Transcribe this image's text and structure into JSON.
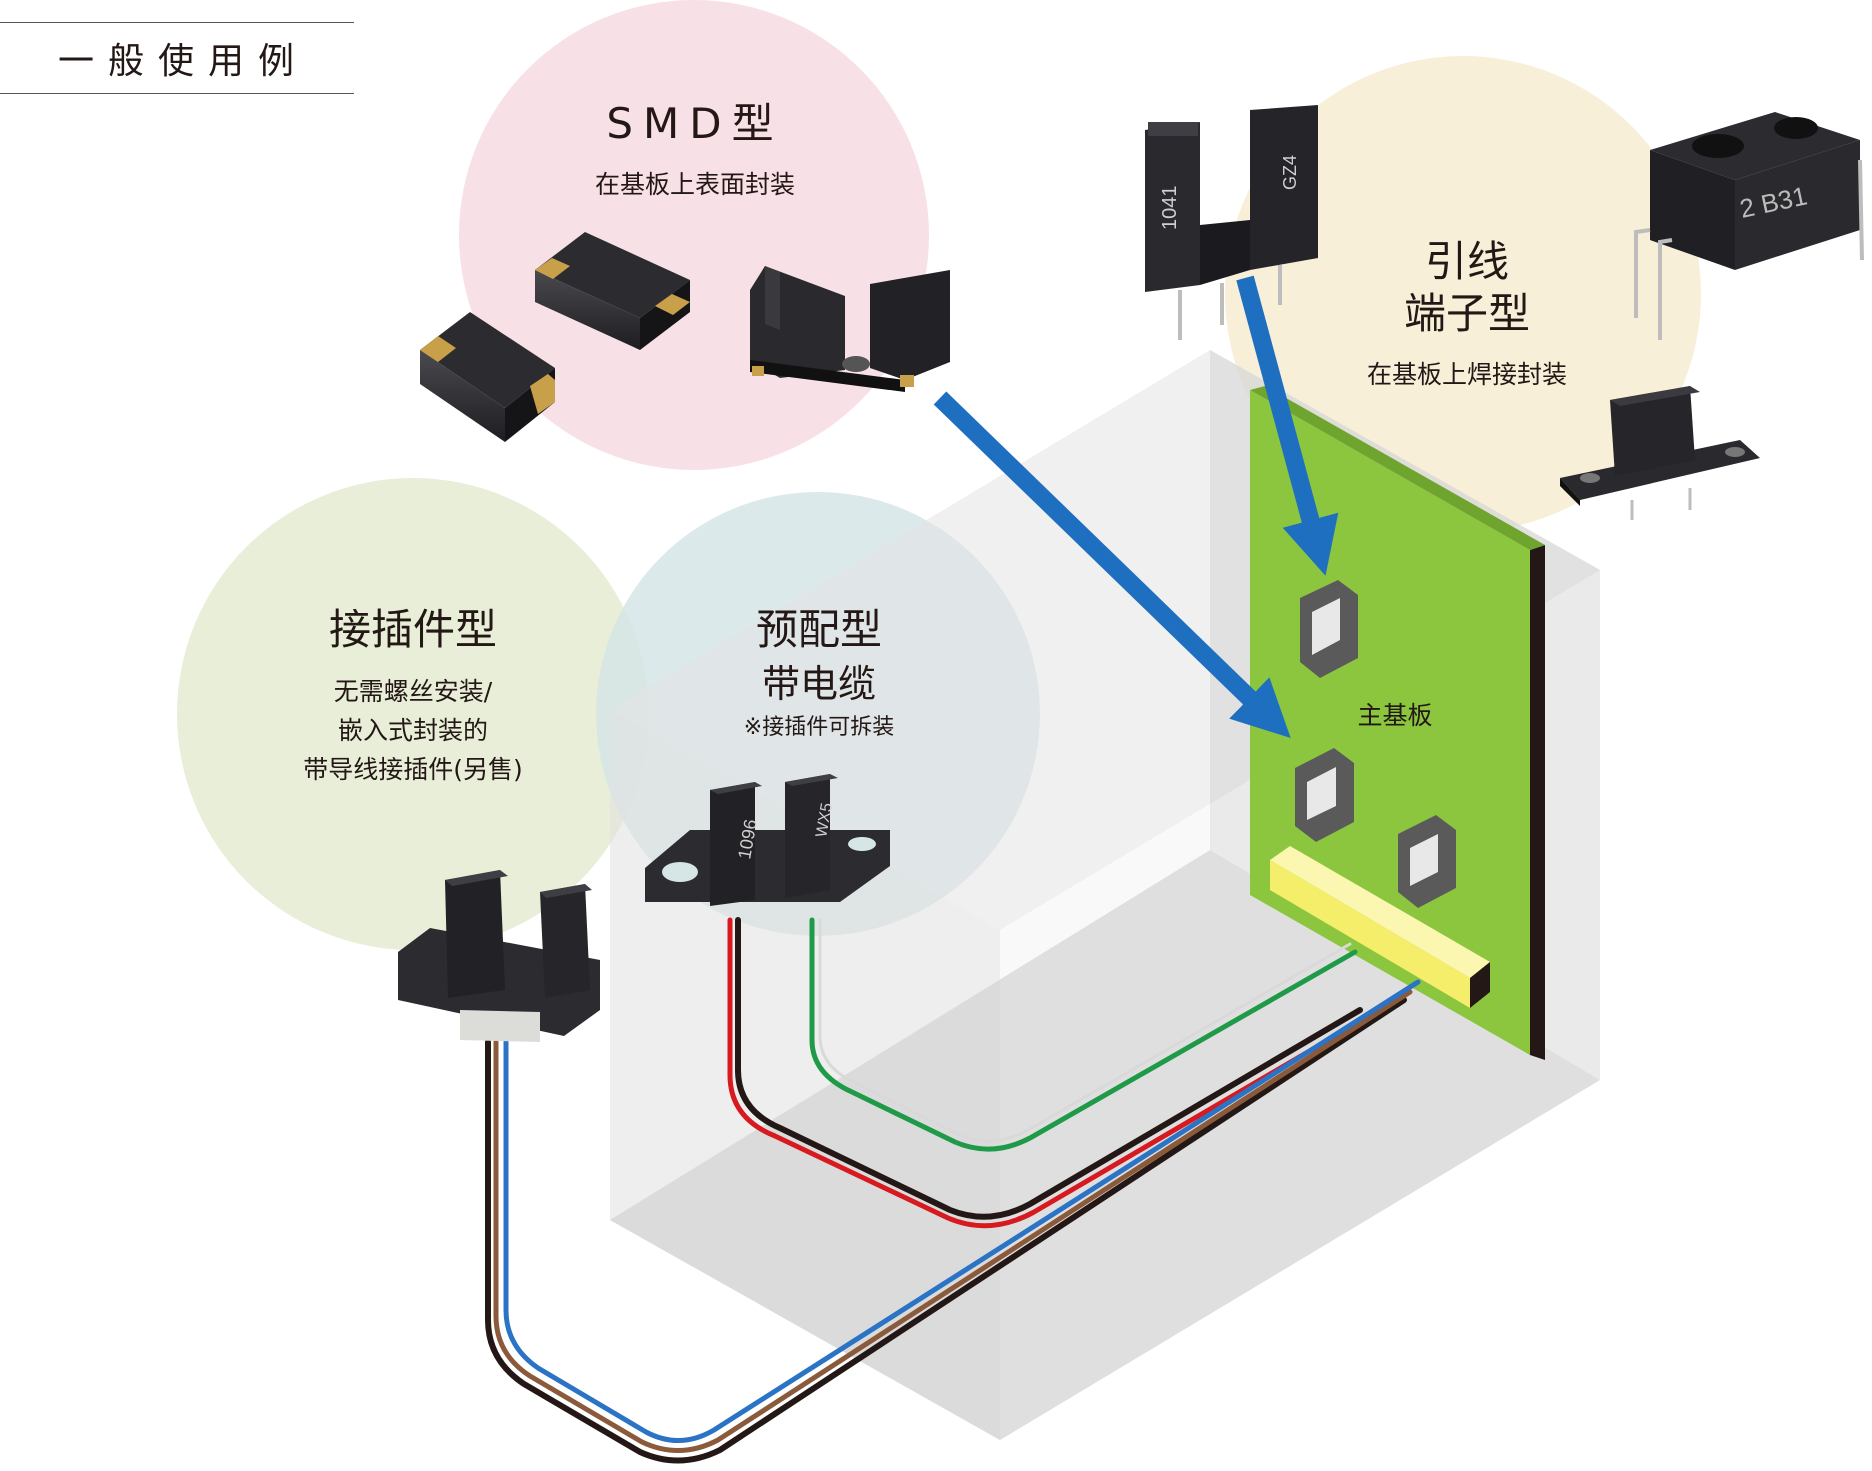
{
  "header": {
    "title": "一般使用例"
  },
  "smd": {
    "title": "SMD型",
    "subtitle": "在基板上表面封装"
  },
  "lead": {
    "title_line1": "引线",
    "title_line2": "端子型",
    "subtitle": "在基板上焊接封装"
  },
  "connector": {
    "title": "接插件型",
    "line1": "无需螺丝安装/",
    "line2": "嵌入式封装的",
    "line3": "带导线接插件(另售)"
  },
  "precable": {
    "title": "预配型",
    "line1": "带电缆",
    "note": "※接插件可拆装"
  },
  "board": {
    "label": "主基板"
  },
  "component_markings": {
    "a": "1041",
    "b": "GZ4",
    "c": "2 B31",
    "d": "1096",
    "e": "WX5"
  },
  "colors": {
    "pink_circle": "#f8e1e6",
    "cream_circle": "#f8efd9",
    "green_circle": "#e8eed8",
    "teal_circle": "#d6e5e6",
    "board_green": "#8cc63f",
    "connector_yellow": "#f5ee6a",
    "arrow_blue": "#1f6fc0",
    "wire_red": "#d71920",
    "wire_green": "#1f9a48",
    "wire_blue": "#2b73c4",
    "wire_brown": "#8a5a3a",
    "wire_black": "#231815"
  }
}
